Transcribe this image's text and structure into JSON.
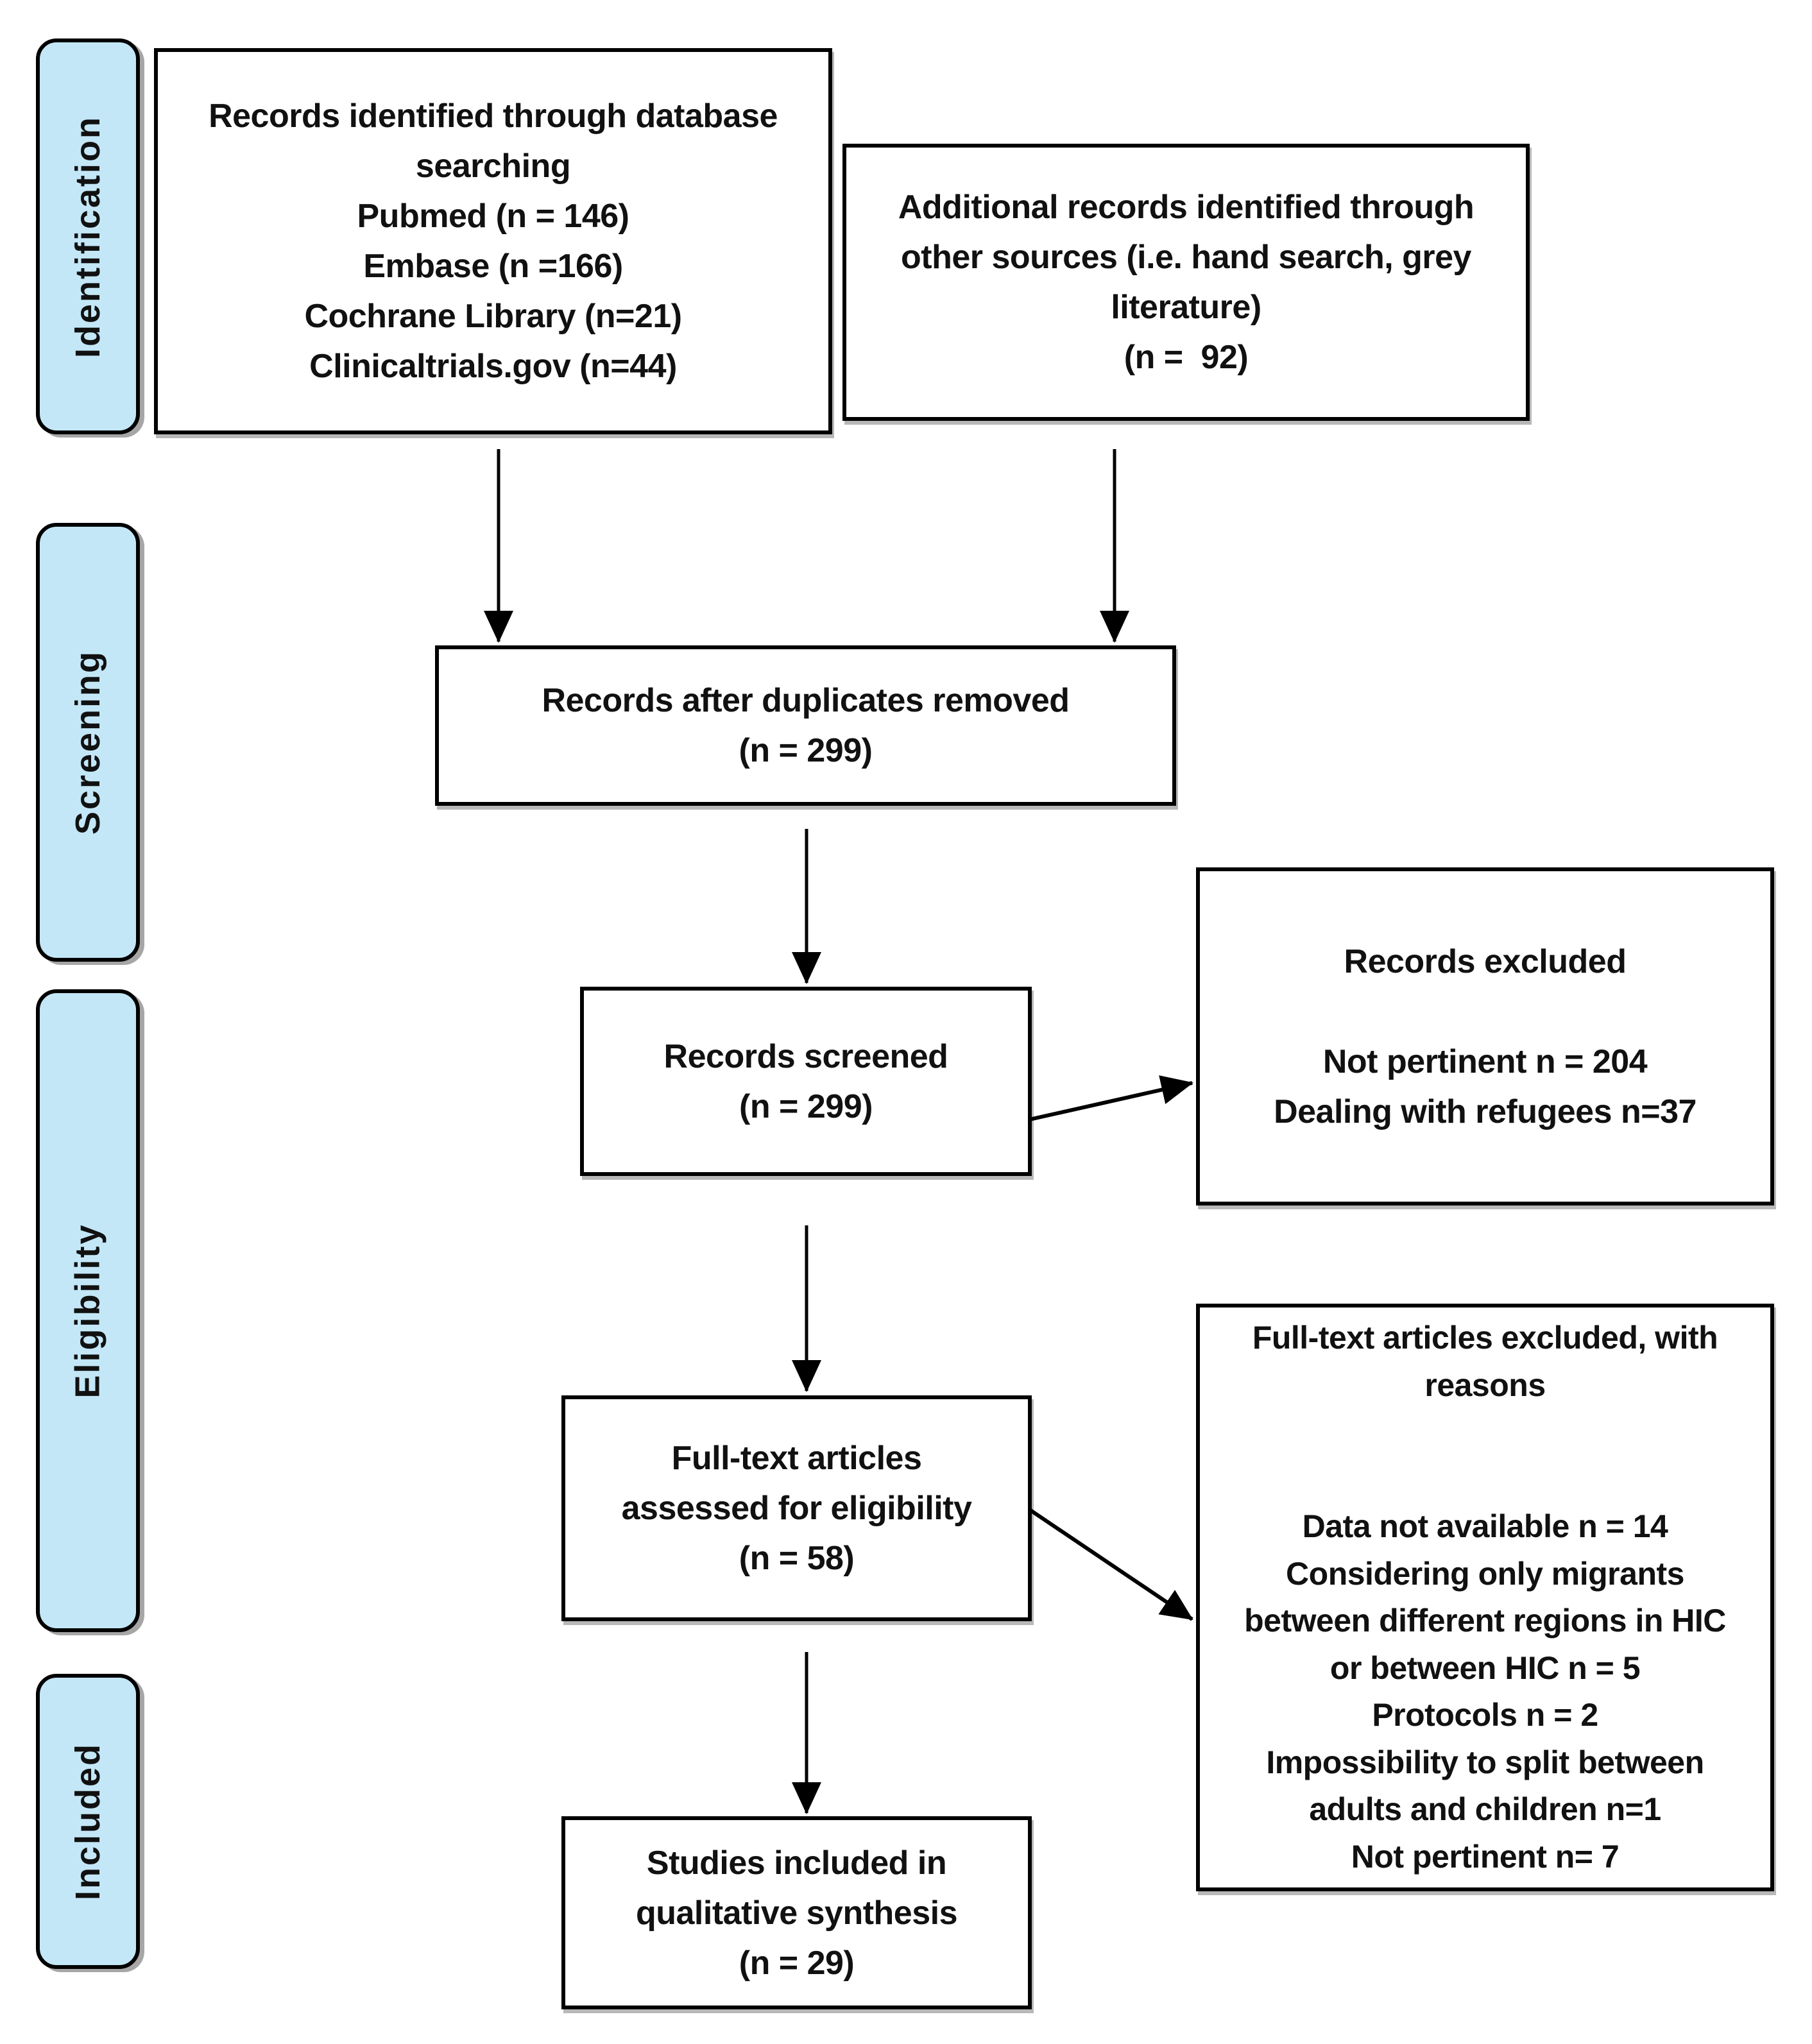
{
  "colors": {
    "stage_fill": "#C3E7F7",
    "line": "#000000",
    "background": "#FFFFFF",
    "text": "#111111"
  },
  "stages": {
    "identification": "Identification",
    "screening": "Screening",
    "eligibility": "Eligibility",
    "included": "Included"
  },
  "boxes": {
    "database_records": "Records identified through database\nsearching\nPubmed (n = 146)\nEmbase (n =166)\nCochrane Library (n=21)\nClinicaltrials.gov (n=44)",
    "other_sources": "Additional records identified through\nother sources (i.e. hand search, grey\nliterature)\n(n =  92)",
    "duplicates_removed": "Records after duplicates removed\n(n = 299)",
    "records_screened": "Records screened\n(n = 299)",
    "records_excluded": "Records excluded\n\nNot pertinent n = 204\nDealing with refugees n=37",
    "fulltext_assessed": "Full-text articles\nassessed for eligibility\n(n = 58)",
    "fulltext_excluded": "Full-text articles excluded, with\nreasons\n\n\nData not available n = 14\nConsidering only migrants\nbetween different regions in HIC\nor between HIC n = 5\nProtocols n = 2\nImpossibility to split between\nadults and children n=1\nNot pertinent n= 7",
    "studies_included": "Studies included in\nqualitative synthesis\n(n = 29)"
  },
  "connectors": [
    {
      "from": "database_records",
      "to": "duplicates_removed"
    },
    {
      "from": "other_sources",
      "to": "duplicates_removed"
    },
    {
      "from": "duplicates_removed",
      "to": "records_screened"
    },
    {
      "from": "records_screened",
      "to": "records_excluded"
    },
    {
      "from": "records_screened",
      "to": "fulltext_assessed"
    },
    {
      "from": "fulltext_assessed",
      "to": "fulltext_excluded"
    },
    {
      "from": "fulltext_assessed",
      "to": "studies_included"
    }
  ]
}
